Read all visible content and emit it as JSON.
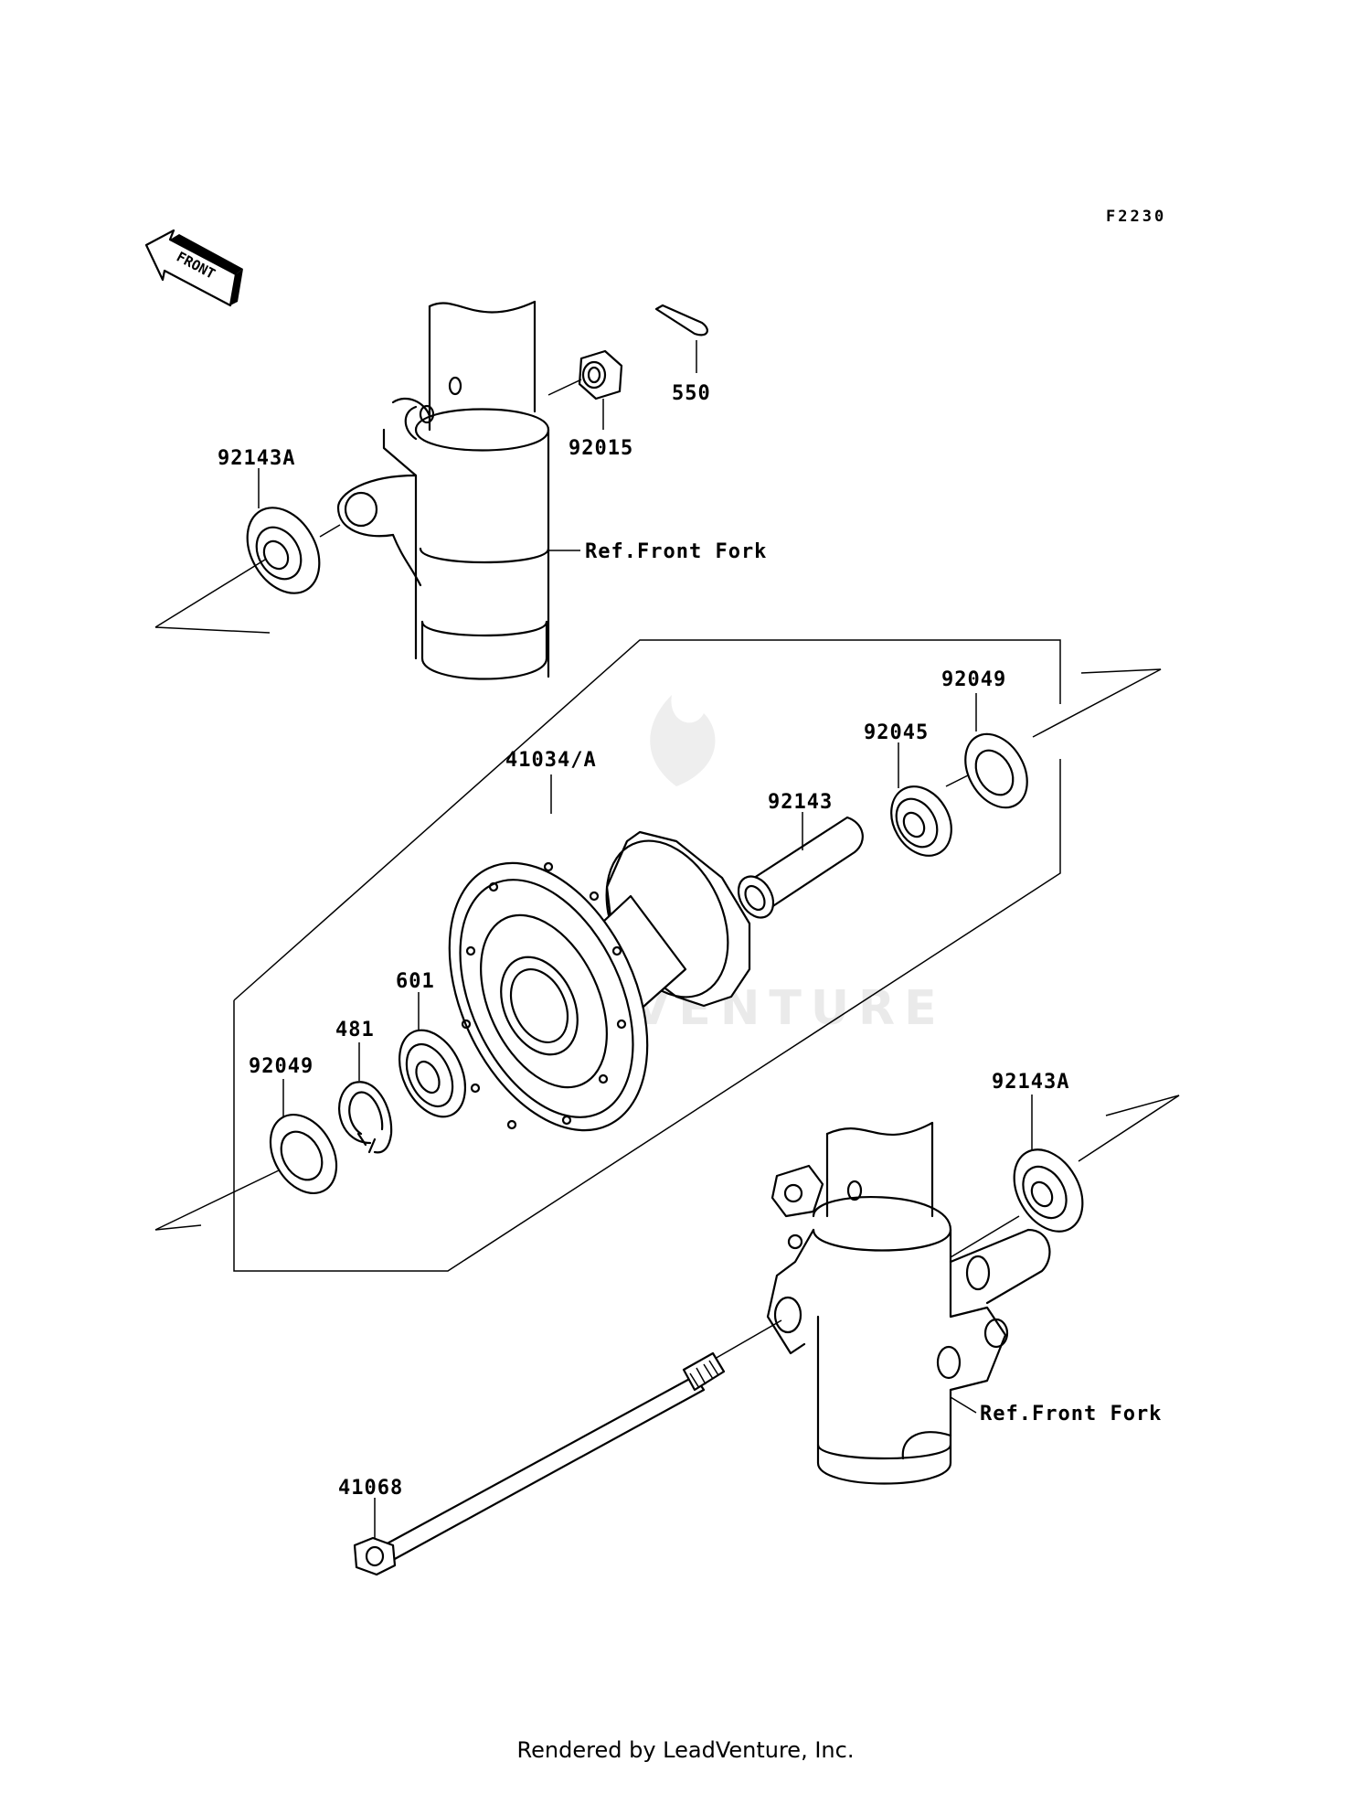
{
  "diagram": {
    "code": "F2230",
    "front_badge": "FRONT",
    "watermark": "LEADVENTURE",
    "labels": {
      "p550": "550",
      "p92015": "92015",
      "p92143A_top": "92143A",
      "ref_fork_top": "Ref.Front Fork",
      "p41034A": "41034/A",
      "p92049_right": "92049",
      "p92045": "92045",
      "p92143": "92143",
      "p601": "601",
      "p481": "481",
      "p92049_left": "92049",
      "p92143A_bottom": "92143A",
      "ref_fork_bottom": "Ref.Front Fork",
      "p41068": "41068"
    }
  },
  "footer": {
    "text": "Rendered by LeadVenture, Inc."
  }
}
